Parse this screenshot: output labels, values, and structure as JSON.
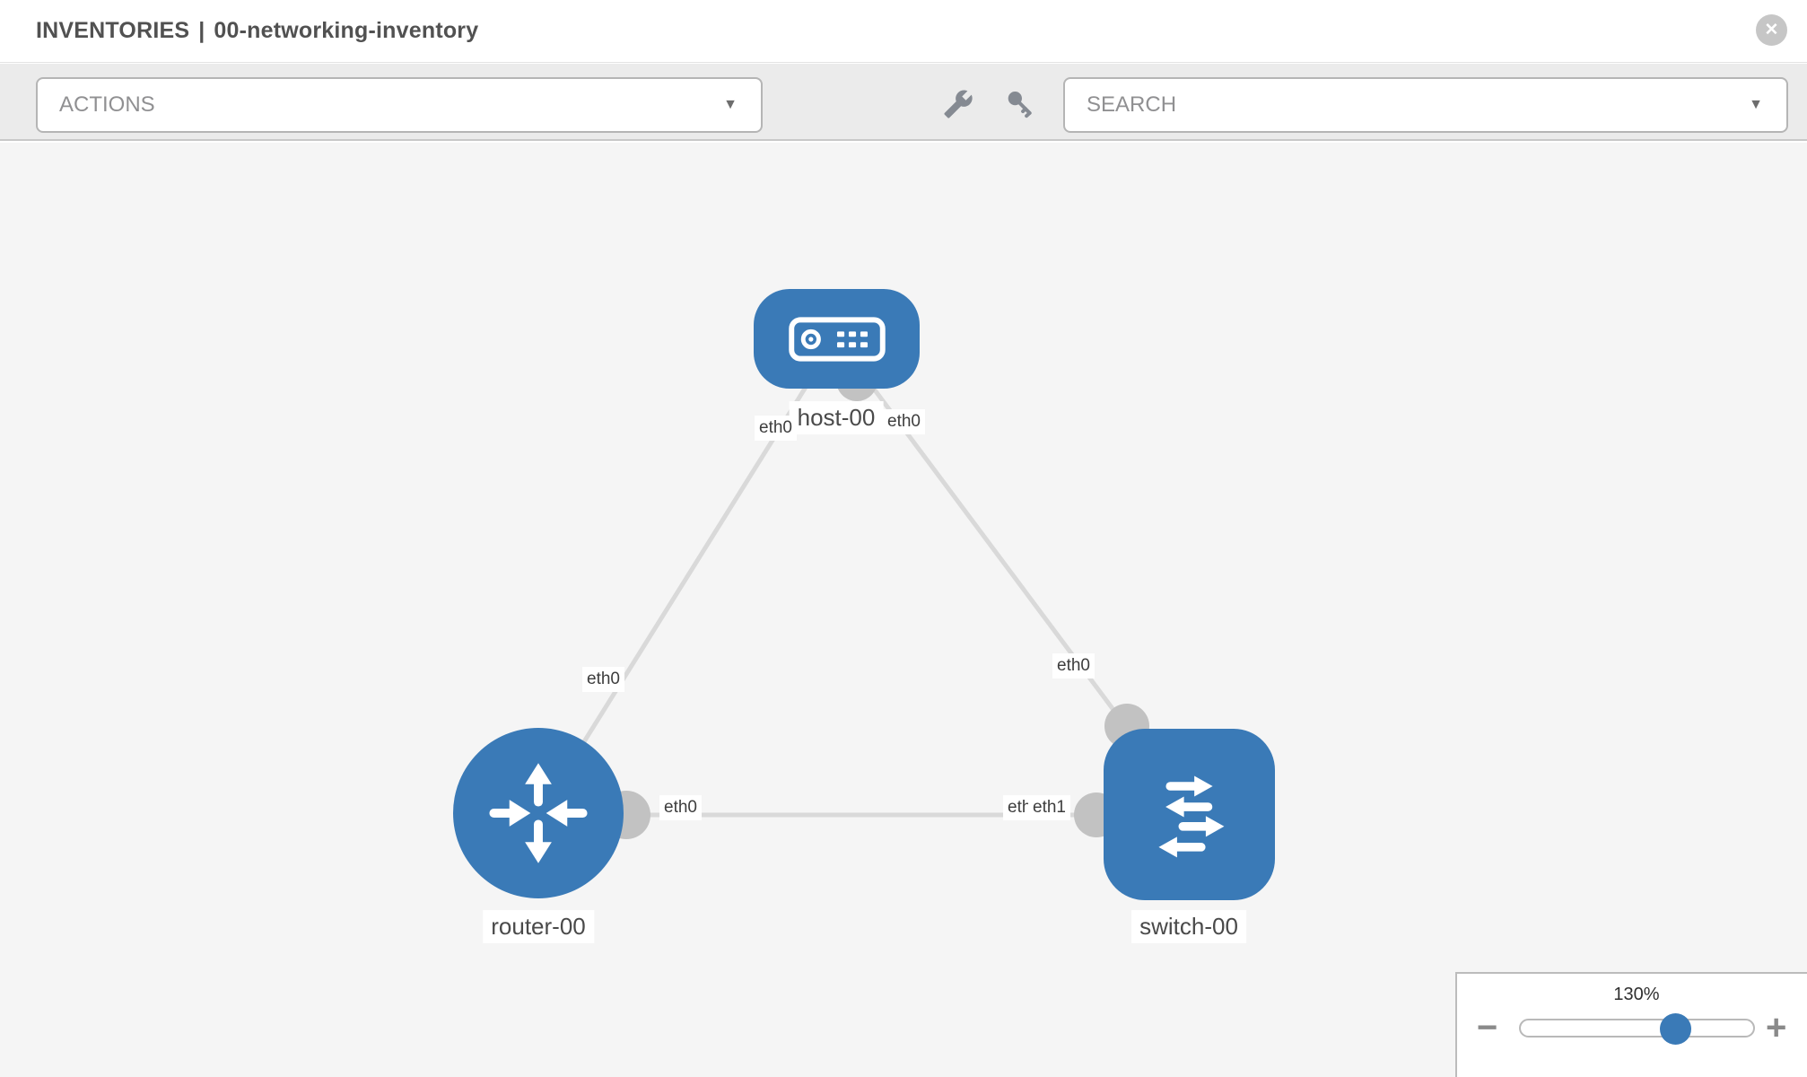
{
  "header": {
    "title_prefix": "INVENTORIES",
    "title_separator": "|",
    "title_name": "00-networking-inventory",
    "close_label": "✕"
  },
  "toolbar": {
    "actions_label": "ACTIONS",
    "search_label": "SEARCH",
    "caret": "▼"
  },
  "topology": {
    "nodes": [
      {
        "id": "host-00",
        "label": "host-00",
        "type": "host"
      },
      {
        "id": "router-00",
        "label": "router-00",
        "type": "router"
      },
      {
        "id": "switch-00",
        "label": "switch-00",
        "type": "switch"
      }
    ],
    "links": [
      {
        "from": "host-00",
        "to": "router-00",
        "from_interface": "eth0",
        "to_interface": "eth0"
      },
      {
        "from": "host-00",
        "to": "switch-00",
        "from_interface": "eth0",
        "to_interface": "eth0"
      },
      {
        "from": "router-00",
        "to": "switch-00",
        "from_interface": "eth0",
        "to_interface": "eth1",
        "to_interface_occluded": "eth0"
      }
    ]
  },
  "zoom_control": {
    "value_label": "130%",
    "minus_label": "−",
    "plus_label": "+"
  },
  "colors": {
    "node_blue": "#3a7ab7",
    "connector_gray": "#c2c2c2",
    "link_gray": "#d9d9d9",
    "canvas_bg": "#f5f5f5",
    "toolbar_bg": "#ebebeb"
  }
}
